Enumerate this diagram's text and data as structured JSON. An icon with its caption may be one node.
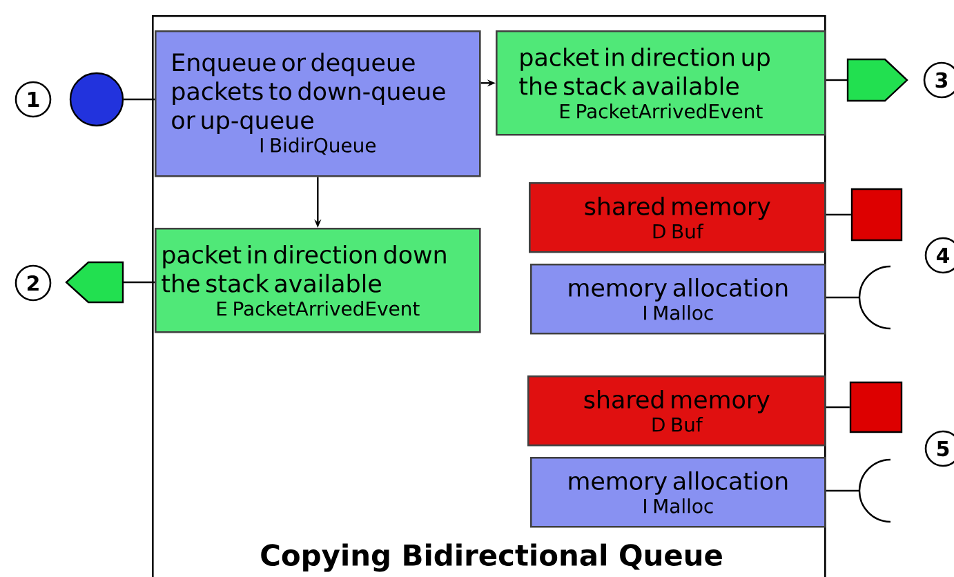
{
  "diagram": {
    "nodes": [
      {
        "text": [
          "Copying Bidirectional Queue"
        ]
      },
      {
        "text": [
          "Enqueue or dequeue packets to down-queue or up-queue",
          "I BidirQueue"
        ],
        "in": 0
      },
      {
        "text": [
          "packet in direction up the stack available",
          "E PacketArrivedEvent"
        ],
        "in": 0
      },
      {
        "text": [
          "packet in direction down the stack available",
          "E PacketArrivedEvent"
        ],
        "in": 0
      },
      {
        "text": [
          "shared memory",
          "D Buf"
        ],
        "in": 0
      },
      {
        "text": [
          "memory allocation",
          "I Malloc"
        ],
        "in": 0
      },
      {
        "text": [
          "shared memory",
          "D Buf"
        ],
        "in": 0
      },
      {
        "text": [
          "memory allocation",
          "I Malloc"
        ],
        "in": 0
      },
      {
        "text": [],
        "shape": "circle"
      },
      {
        "text": [],
        "shape": "pentagon"
      },
      {
        "text": [],
        "shape": "pentagon"
      },
      {
        "text": [],
        "shape": "box"
      },
      {
        "text": [],
        "shape": "arc"
      },
      {
        "text": [],
        "shape": "box"
      },
      {
        "text": [],
        "shape": "arc"
      }
    ],
    "edges": [
      {
        "from": 8,
        "to": 1,
        "arrow": "none"
      },
      {
        "from": 1,
        "to": 2,
        "arrow": "to"
      },
      {
        "from": 1,
        "to": 3,
        "arrow": "to"
      },
      {
        "from": 2,
        "to": 9,
        "arrow": "none"
      },
      {
        "from": 3,
        "to": 10,
        "arrow": "none"
      },
      {
        "from": 4,
        "to": 11,
        "arrow": "none"
      },
      {
        "from": 5,
        "to": 12,
        "arrow": "none"
      },
      {
        "from": 6,
        "to": 13,
        "arrow": "none"
      },
      {
        "from": 7,
        "to": 14,
        "arrow": "none"
      }
    ],
    "labels": [
      "1",
      "2",
      "3",
      "4",
      "5"
    ]
  }
}
